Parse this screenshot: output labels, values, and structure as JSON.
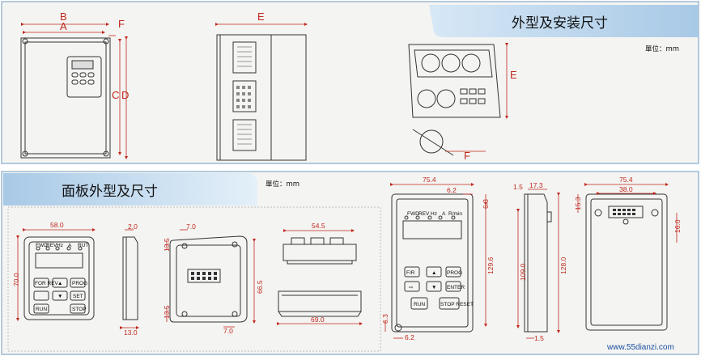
{
  "section_top": {
    "title": "外型及安装尺寸",
    "unit": "單位：mm"
  },
  "section_bottom": {
    "title": "面板外型及尺寸",
    "unit": "單位：mm"
  },
  "top_labels": {
    "B": "B",
    "A": "A",
    "F_side": "F",
    "C": "C",
    "D": "D",
    "E_side": "E",
    "E_view": "E",
    "F_view": "F"
  },
  "panel_front": {
    "width": "58.0",
    "height": "70.0",
    "leds": [
      "FWD",
      "REV",
      "Hz",
      "A",
      "RUT"
    ],
    "keys": [
      "FOR REV",
      "▲",
      "PROG",
      "▼",
      "SET",
      "RUN",
      "STOP"
    ]
  },
  "panel_side": {
    "depth": "2.0",
    "bottom": "13.0"
  },
  "panel_back": {
    "top_offset": "7.0",
    "left_top": "13.5",
    "height": "66.5",
    "left_bottom": "13.5",
    "bottom_offset": "7.0"
  },
  "panel_top_view": {
    "width": "54.5"
  },
  "panel_bottom_view": {
    "width": "69.0"
  },
  "panel2_front": {
    "width": "75.4",
    "offset_top": "6.2",
    "top_margin": "6.3",
    "height": "129.6",
    "bottom_left": "6.3",
    "bottom_offset": "6.2",
    "leds": [
      "FWD",
      "REV",
      "Hz",
      "A",
      "R/min"
    ],
    "keys": [
      "F/R",
      "▲",
      "PROG",
      "⇨",
      "▼",
      "ENTER",
      "RUN",
      "STOP RESET"
    ]
  },
  "panel2_side": {
    "t1": "1.5",
    "t2": "17.3",
    "inner": "109.0",
    "height": "128.0",
    "bottom": "1.5"
  },
  "panel2_back": {
    "width": "75.4",
    "inner_width": "38.0",
    "left_top": "15.3",
    "right": "16.0"
  },
  "watermark": "www.55dianzi.com"
}
